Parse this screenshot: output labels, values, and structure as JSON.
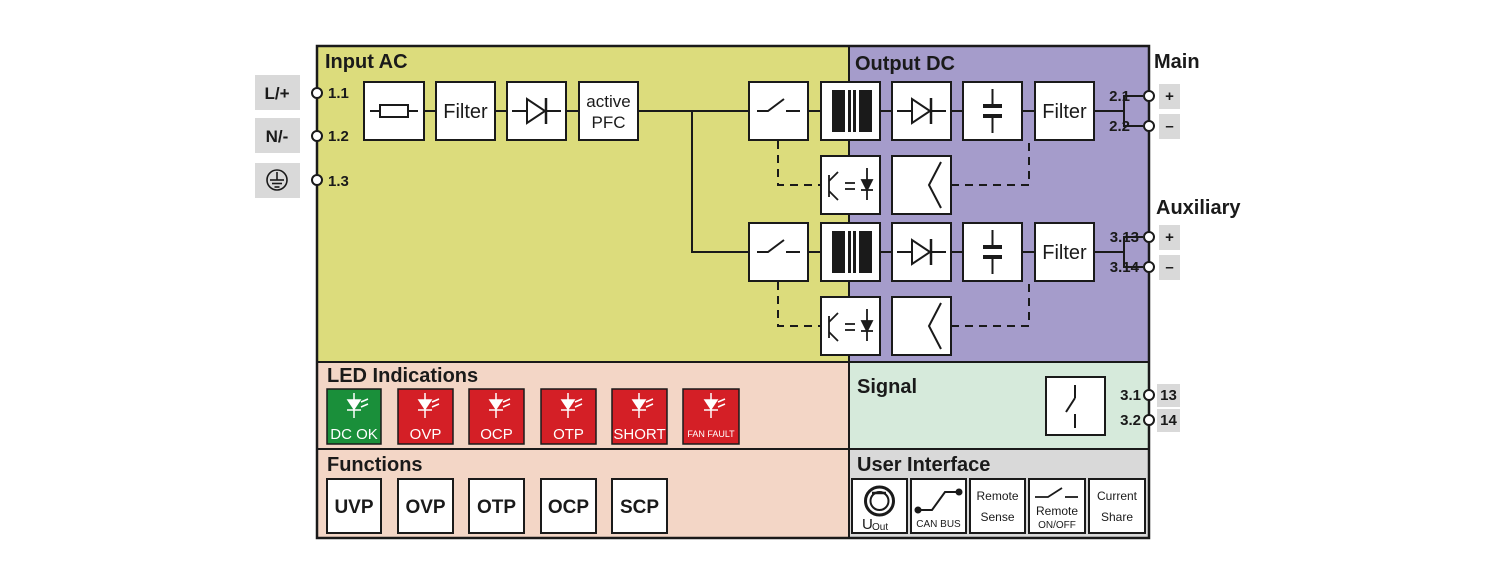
{
  "colors": {
    "input_ac": "#dcdc7c",
    "output_dc": "#a59ccb",
    "led_panel": "#f3d6c6",
    "functions_panel": "#f3d6c6",
    "signal_panel": "#d6eadb",
    "user_interface_panel": "#d9d9d9",
    "led_ok": "#1a8f3a",
    "led_fault": "#d41f26",
    "tag_background": "#d9d9d9",
    "line": "#1a1a1a"
  },
  "regions": {
    "input_ac": "Input AC",
    "output_dc": "Output DC",
    "led_indications": "LED Indications",
    "functions": "Functions",
    "signal": "Signal",
    "user_interface": "User Interface"
  },
  "side_labels": {
    "main": "Main",
    "auxiliary": "Auxiliary"
  },
  "input_terminals": [
    {
      "tag": "L/+",
      "pin": "1.1"
    },
    {
      "tag": "N/-",
      "pin": "1.2"
    },
    {
      "tag": "ground-symbol-icon",
      "pin": "1.3"
    }
  ],
  "output_terminals": {
    "main": [
      {
        "pin": "2.1",
        "tag": "+"
      },
      {
        "pin": "2.2",
        "tag": "–"
      }
    ],
    "auxiliary": [
      {
        "pin": "3.13",
        "tag": "+"
      },
      {
        "pin": "3.14",
        "tag": "–"
      }
    ]
  },
  "signal_terminals": [
    {
      "pin": "3.1",
      "tag": "13"
    },
    {
      "pin": "3.2",
      "tag": "14"
    }
  ],
  "blocks": {
    "fuse": "fuse-icon",
    "input_filter": "Filter",
    "rectifier": "diode-icon",
    "pfc_line1": "active",
    "pfc_line2": "PFC",
    "switch": "switch-icon",
    "transformer": "transformer-icon",
    "output_diode": "diode-icon",
    "capacitor": "capacitor-icon",
    "output_filter": "Filter",
    "optocoupler": "optocoupler-icon",
    "controller": "controller-icon",
    "signal_relay": "relay-contact-icon"
  },
  "leds": [
    {
      "label": "DC OK",
      "state": "ok"
    },
    {
      "label": "OVP",
      "state": "fault"
    },
    {
      "label": "OCP",
      "state": "fault"
    },
    {
      "label": "OTP",
      "state": "fault"
    },
    {
      "label": "SHORT",
      "state": "fault"
    },
    {
      "label": "FAN FAULT",
      "state": "fault"
    }
  ],
  "functions": [
    "UVP",
    "OVP",
    "OTP",
    "OCP",
    "SCP"
  ],
  "user_interface": {
    "uout": {
      "main": "U",
      "sub": "Out",
      "icon": "potentiometer-icon"
    },
    "can_bus": {
      "label": "CAN BUS",
      "icon": "can-bus-icon"
    },
    "remote_sense": {
      "line1": "Remote",
      "line2": "Sense"
    },
    "remote_onoff": {
      "line1": "Remote",
      "line2": "ON/OFF",
      "icon": "switch-icon"
    },
    "current_share": {
      "line1": "Current",
      "line2": "Share"
    }
  }
}
